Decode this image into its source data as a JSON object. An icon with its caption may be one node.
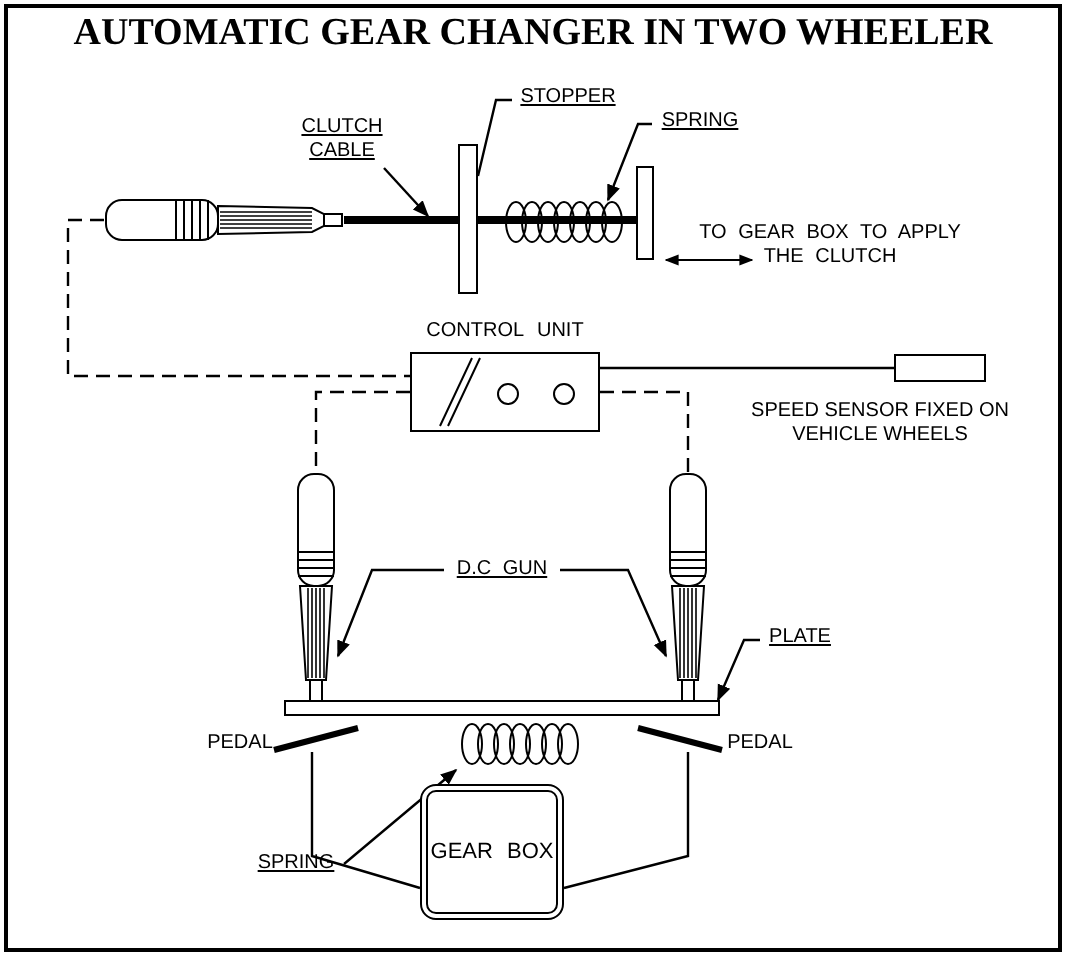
{
  "diagram": {
    "title": "AUTOMATIC GEAR CHANGER IN TWO WHEELER",
    "nodes": [
      {
        "text": [
          "CLUTCH CABLE"
        ]
      },
      {
        "text": [
          "STOPPER"
        ]
      },
      {
        "text": [
          "SPRING"
        ]
      },
      {
        "text": [],
        "shape": "handle"
      },
      {
        "text": [],
        "shape": "bar"
      },
      {
        "text": [],
        "shape": "spring"
      },
      {
        "text": [
          "CONTROL UNIT"
        ]
      },
      {
        "text": [],
        "shape": "box",
        "beside": [
          "SPEED SENSOR FIXED ON VEHICLE WHEELS"
        ]
      },
      {
        "text": [
          "D.C GUN"
        ]
      },
      {
        "text": [],
        "shape": "gun"
      },
      {
        "text": [],
        "shape": "gun"
      },
      {
        "text": [
          "PLATE"
        ]
      },
      {
        "text": [],
        "shape": "bar"
      },
      {
        "text": [],
        "shape": "pedal",
        "beside": [
          "PEDAL"
        ]
      },
      {
        "text": [],
        "shape": "pedal",
        "beside": [
          "PEDAL"
        ]
      },
      {
        "text": [],
        "shape": "spring"
      },
      {
        "text": [
          "SPRING"
        ]
      },
      {
        "text": [
          "GEAR BOX"
        ]
      },
      {
        "text": [],
        "shape": "bar"
      },
      {
        "text": [],
        "shape": "cable"
      }
    ],
    "edges": [
      {
        "from": 0,
        "to": 19,
        "arrow": "to"
      },
      {
        "from": 1,
        "to": 4,
        "arrow": "none"
      },
      {
        "from": 2,
        "to": 5,
        "arrow": "to"
      },
      {
        "from": 3,
        "to": 6,
        "arrow": "none",
        "style": "dashed"
      },
      {
        "from": 6,
        "to": 7,
        "arrow": "none"
      },
      {
        "from": 6,
        "to": 9,
        "arrow": "none",
        "style": "dashed"
      },
      {
        "from": 6,
        "to": 10,
        "arrow": "none",
        "style": "dashed"
      },
      {
        "from": 8,
        "to": 9,
        "arrow": "to"
      },
      {
        "from": 8,
        "to": 10,
        "arrow": "to"
      },
      {
        "from": 11,
        "to": 12,
        "arrow": "to"
      },
      {
        "from": 16,
        "to": 15,
        "arrow": "to"
      },
      {
        "from": 17,
        "to": 13,
        "arrow": "none"
      },
      {
        "from": 17,
        "to": 14,
        "arrow": "none"
      }
    ],
    "labels": [
      "TO GEAR BOX TO APPLY THE CLUTCH"
    ]
  }
}
